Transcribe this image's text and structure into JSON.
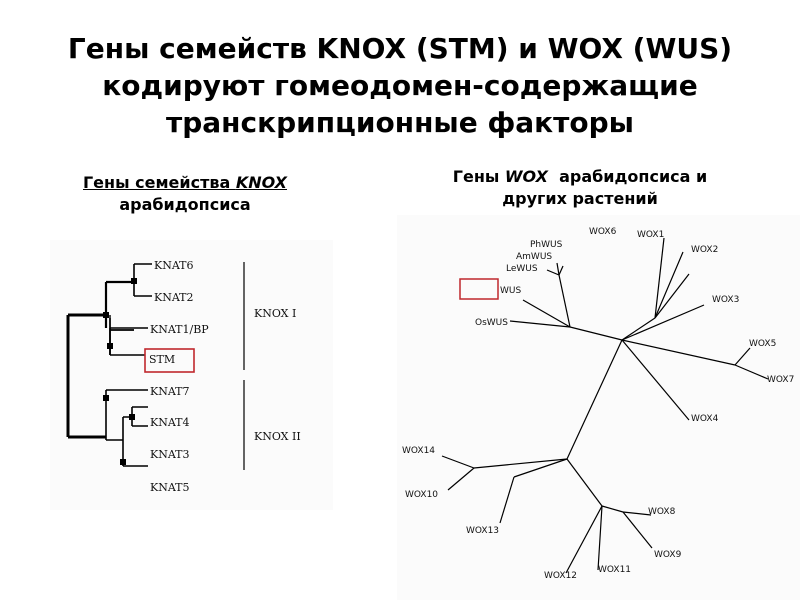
{
  "slide": {
    "title": {
      "line1": "Гены семейств KNOX (STM) и WOX (WUS)",
      "line2": "кодируют гомеодомен-содержащие",
      "line3": "транскрипционные факторы"
    },
    "left_subtitle": {
      "prefix": "Гены семейства ",
      "italic": "KNOX",
      "line2": "арабидопсиса"
    },
    "right_subtitle": {
      "prefix": "Гены ",
      "italic": "WOX",
      "suffix": "  арабидопсиса и",
      "line2": "других растений"
    }
  },
  "knox_tree": {
    "leaves": [
      "KNAT6",
      "KNAT2",
      "KNAT1/BP",
      "STM",
      "KNAT7",
      "KNAT4",
      "KNAT3",
      "KNAT5"
    ],
    "groups": [
      "KNOX I",
      "KNOX II"
    ],
    "highlight": "STM"
  },
  "wox_tree": {
    "leaves": [
      "WOX6",
      "WOX1",
      "WOX2",
      "WOX3",
      "WOX5",
      "WOX7",
      "WOX4",
      "PhWUS",
      "AmWUS",
      "LeWUS",
      "WUS",
      "OsWUS",
      "WOX14",
      "WOX10",
      "WOX13",
      "WOX8",
      "WOX9",
      "WOX11",
      "WOX12"
    ],
    "highlight": "WUS"
  },
  "colors": {
    "highlight": "#c0282d",
    "text": "#000000"
  }
}
